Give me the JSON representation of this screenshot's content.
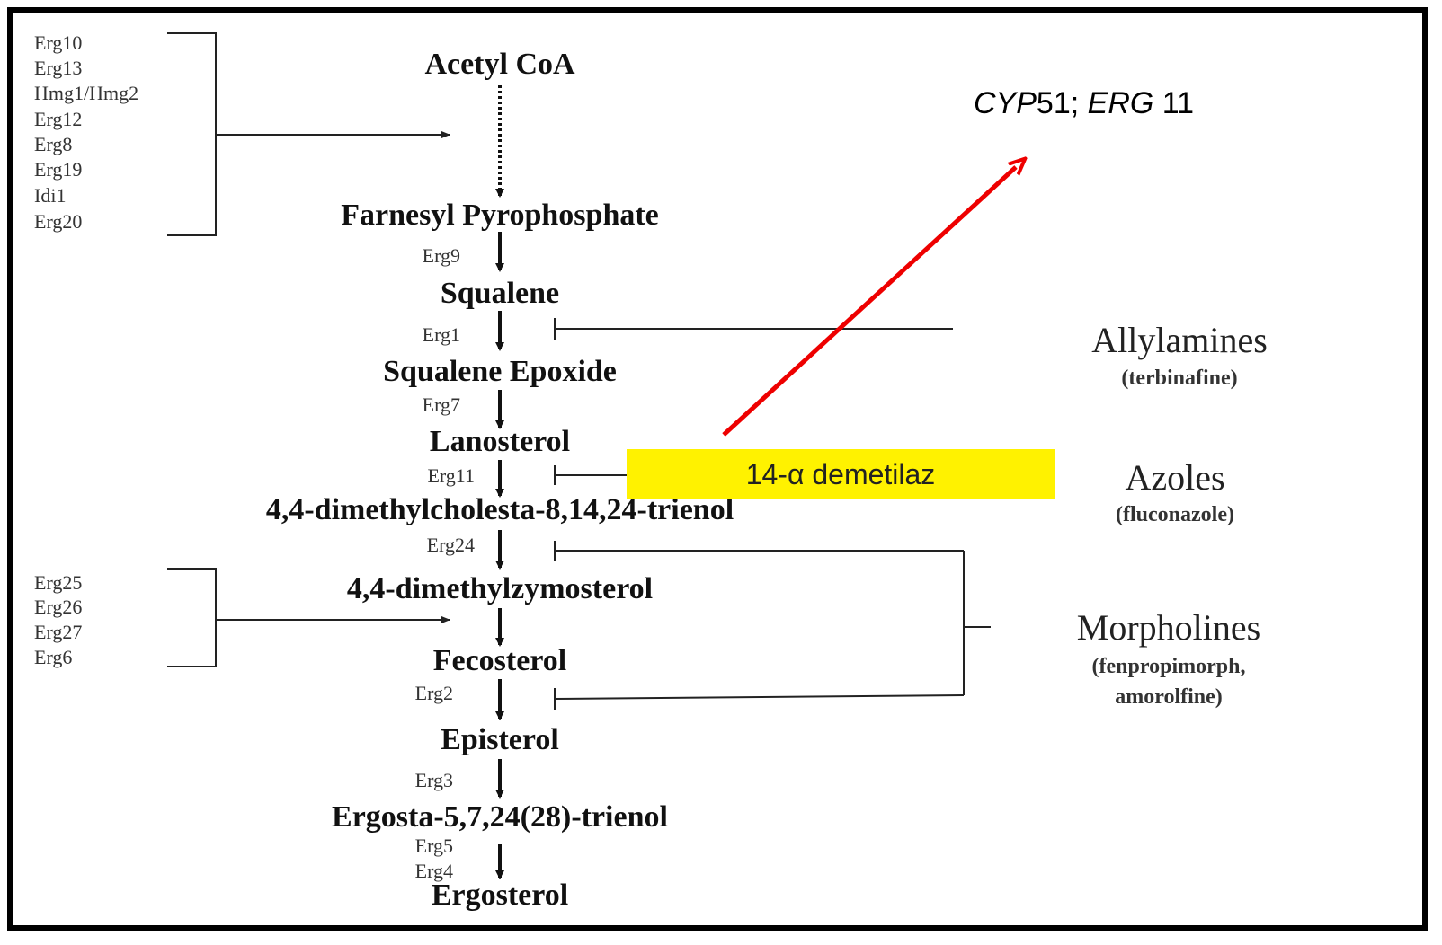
{
  "metabolites": [
    "Acetyl CoA",
    "Farnesyl Pyrophosphate",
    "Squalene",
    "Squalene Epoxide",
    "Lanosterol",
    "4,4-dimethylcholesta-8,14,24-trienol",
    "4,4-dimethylzymosterol",
    "Fecosterol",
    "Episterol",
    "Ergosta-5,7,24(28)-trienol",
    "Ergosterol"
  ],
  "bracket_top_genes": [
    "Erg10",
    "Erg13",
    "Hmg1/Hmg2",
    "Erg12",
    "Erg8",
    "Erg19",
    "Idi1",
    "Erg20"
  ],
  "bracket_bottom_genes": [
    "Erg25",
    "Erg26",
    "Erg27",
    "Erg6"
  ],
  "step_genes": {
    "erg9": "Erg9",
    "erg1": "Erg1",
    "erg7": "Erg7",
    "erg11": "Erg11",
    "erg24": "Erg24",
    "erg2": "Erg2",
    "erg3": "Erg3",
    "erg5": "Erg5",
    "erg4": "Erg4"
  },
  "inhibitors": {
    "allylamines": {
      "name": "Allylamines",
      "example": "(terbinafine)"
    },
    "azoles": {
      "name": "Azoles",
      "example": "(fluconazole)"
    },
    "morpholines": {
      "name": "Morpholines",
      "example_line1": "(fenpropimorph,",
      "example_line2": "amorolfine)"
    }
  },
  "highlight": {
    "label": "14-α demetilaz",
    "color": "#fff200"
  },
  "annotation": {
    "part1": "CYP",
    "part2": "51; ",
    "part3": "ERG",
    "part4": " 11",
    "arrow_color": "#ee0000"
  }
}
